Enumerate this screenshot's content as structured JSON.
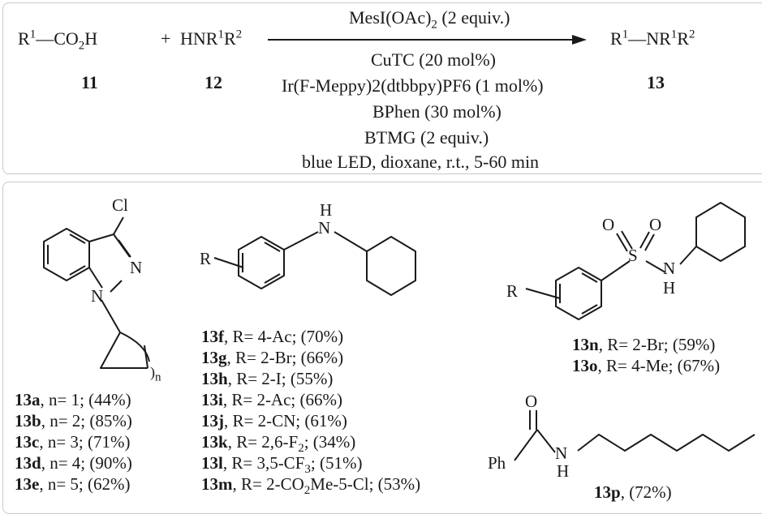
{
  "reaction": {
    "reactant1": {
      "r": "R",
      "r_sup": "1",
      "dash": "—CO",
      "sub": "2",
      "tail": "H",
      "id": "11"
    },
    "plus": "+",
    "reactant2": {
      "pre": "HNR",
      "sup1": "1",
      "mid": "R",
      "sup2": "2",
      "id": "12"
    },
    "above_arrow": {
      "pre": "MesI(OAc)",
      "sub": "2",
      "post": " (2 equiv.)"
    },
    "conditions": [
      "CuTC (20 mol%)",
      "Ir(F-Meppy)2(dtbbpy)PF6 (1 mol%)",
      "BPhen (30 mol%)",
      "BTMG (2 equiv.)",
      "blue LED, dioxane, r.t., 5-60 min"
    ],
    "product": {
      "r": "R",
      "sup1": "1",
      "dash": "—NR",
      "sup2": "1",
      "mid": "R",
      "sup3": "2",
      "id": "13"
    }
  },
  "atoms": {
    "cl": "Cl",
    "n1": "N",
    "n2": "N",
    "sub_n": "n",
    "nh": "H",
    "nh_n": "N",
    "r_aryl": "R",
    "o1": "O",
    "o2": "O",
    "s": "S",
    "n_s": "N",
    "h_s": "H",
    "r_sulf": "R",
    "o_amide": "O",
    "ph": "Ph",
    "n_amide": "N",
    "h_amide": "H"
  },
  "series_a": [
    {
      "id": "13a",
      "text": ", n= 1; (44%)"
    },
    {
      "id": "13b",
      "text": ", n= 2; (85%)"
    },
    {
      "id": "13c",
      "text": ", n= 3; (71%)"
    },
    {
      "id": "13d",
      "text": ", n= 4; (90%)"
    },
    {
      "id": "13e",
      "text": ", n= 5; (62%)"
    }
  ],
  "series_f": [
    {
      "id": "13f",
      "text": ", R= 4-Ac; (70%)"
    },
    {
      "id": "13g",
      "text": ", R= 2-Br; (66%)"
    },
    {
      "id": "13h",
      "text": ", R= 2-I; (55%)"
    },
    {
      "id": "13i",
      "text": ", R= 2-Ac; (66%)"
    },
    {
      "id": "13j",
      "text": ", R= 2-CN; (61%)"
    },
    {
      "id": "13k",
      "text": ", R= 2,6-F",
      "sub": "2",
      "tail": "; (34%)"
    },
    {
      "id": "13l",
      "text": ", R= 3,5-CF",
      "sub": "3",
      "tail": "; (51%)"
    },
    {
      "id": "13m",
      "text": ", R= 2-CO",
      "sub": "2",
      "tail": "Me-5-Cl; (53%)"
    }
  ],
  "series_n": [
    {
      "id": "13n",
      "text": ", R= 2-Br; (59%)"
    },
    {
      "id": "13o",
      "text": ", R= 4-Me; (67%)"
    }
  ],
  "compound_p": {
    "id": "13p",
    "text": ", (72%)"
  }
}
